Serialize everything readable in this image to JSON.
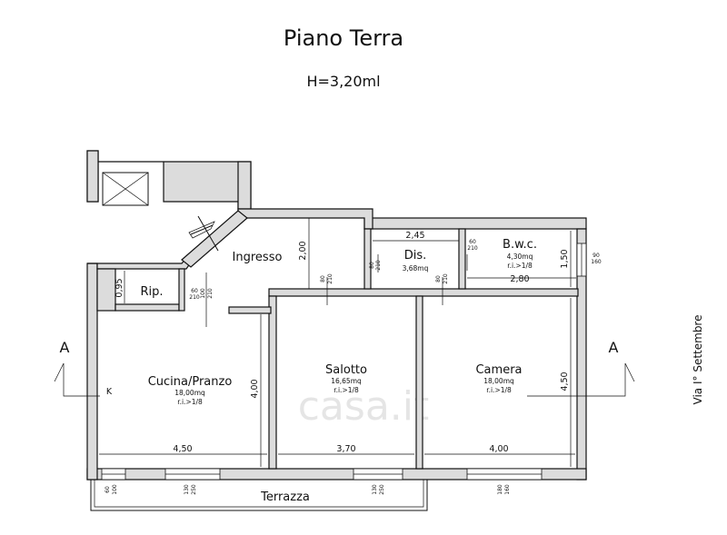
{
  "title": "Piano Terra",
  "height_note": "H=3,20ml",
  "street": "Via I° Settembre",
  "section_marker": "A",
  "k_marker": "K",
  "watermark": "casa.it",
  "rooms": {
    "ingresso": {
      "name": "Ingresso"
    },
    "dis": {
      "name": "Dis.",
      "area": "3,68mq"
    },
    "bwc": {
      "name": "B.w.c.",
      "area": "4,30mq",
      "ri": "r.i.>1/8"
    },
    "rip": {
      "name": "Rip."
    },
    "cucina": {
      "name": "Cucina/Pranzo",
      "area": "18,00mq",
      "ri": "r.i.>1/8"
    },
    "salotto": {
      "name": "Salotto",
      "area": "16,65mq",
      "ri": "r.i.>1/8"
    },
    "camera": {
      "name": "Camera",
      "area": "18,00mq",
      "ri": "r.i.>1/8"
    },
    "terrazza": {
      "name": "Terrazza"
    }
  },
  "dimensions": {
    "ingresso_h": "2,00",
    "dis_w": "2,45",
    "bwc_h": "1,50",
    "bwc_w": "2,80",
    "rip_h": "0,95",
    "cucina_h": "4,00",
    "cucina_w": "4,50",
    "salotto_w": "3,70",
    "camera_w": "4,00",
    "camera_h": "4,50"
  },
  "openings": {
    "door_rip": [
      "60",
      "210"
    ],
    "door_cucina": [
      "100",
      "210"
    ],
    "door_salotto": [
      "80",
      "210"
    ],
    "door_dis": [
      "80",
      "210"
    ],
    "door_camera": [
      "80",
      "210"
    ],
    "door_bwc": [
      "60",
      "210"
    ],
    "win_bwc": [
      "90",
      "160"
    ],
    "win_cucina_1": [
      "60",
      "100"
    ],
    "win_cucina_2": [
      "130",
      "250"
    ],
    "win_salotto": [
      "130",
      "250"
    ],
    "win_camera": [
      "180",
      "160"
    ]
  }
}
